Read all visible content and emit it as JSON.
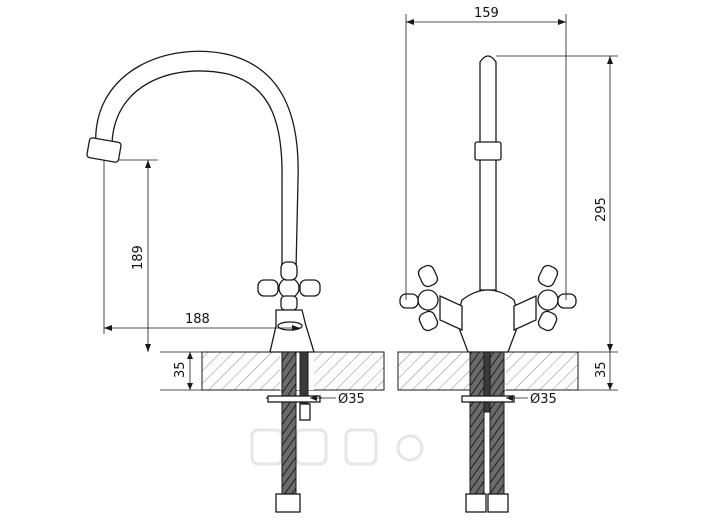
{
  "dimensions": {
    "spout_reach": "188",
    "spout_height": "189",
    "countertop_left": "35",
    "countertop_right": "35",
    "width": "159",
    "total_height": "295",
    "hole_left": "Ø35",
    "hole_right": "Ø35"
  }
}
